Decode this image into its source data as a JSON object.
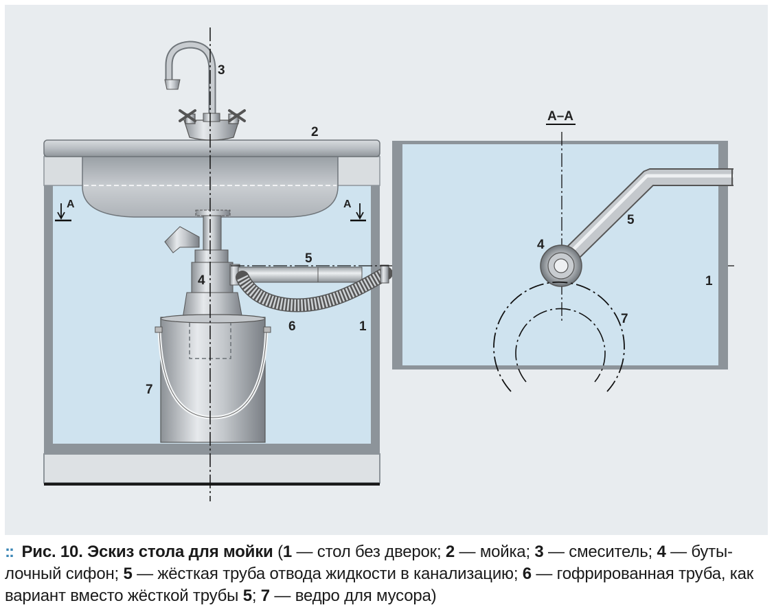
{
  "diagram": {
    "section_title": "А–А",
    "section_mark": "А",
    "labels": {
      "table": "1",
      "sink": "2",
      "mixer": "3",
      "siphon": "4",
      "rigid_pipe": "5",
      "corrugated_pipe": "6",
      "bucket": "7"
    }
  },
  "caption": {
    "bullet": "::",
    "figure_label": "Рис. 10.",
    "title": "Эскиз стола для мойки",
    "open_paren": "(",
    "items": [
      {
        "num": "1",
        "text": "— стол без дверок;"
      },
      {
        "num": "2",
        "text": "— мойка;"
      },
      {
        "num": "3",
        "text": "— смеситель;"
      },
      {
        "num": "4",
        "text": "— буты-"
      },
      {
        "num": "",
        "text": "лочный сифон;"
      },
      {
        "num": "5",
        "text": "— жёсткая труба отвода жидкости в канализацию;"
      },
      {
        "num": "6",
        "text": "— гофрированная труба, как"
      },
      {
        "num": "",
        "text": "вариант вместо жёсткой трубы"
      },
      {
        "num": "5",
        "text": ";"
      },
      {
        "num": "7",
        "text": "— ведро для мусора)"
      }
    ]
  }
}
